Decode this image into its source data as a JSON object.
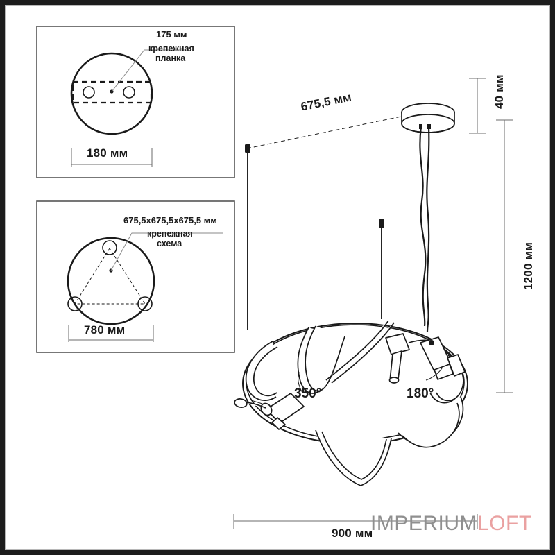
{
  "document": {
    "type": "technical-dimension-drawing",
    "product": "suspended ring chandelier",
    "units": "мм",
    "background_color": "#ffffff",
    "line_color": "#1a1a1a",
    "frame_color": "#1c1c1c"
  },
  "panels": {
    "mounting_plate": {
      "name": "крепежная планка",
      "callout_dimension": "175 мм",
      "callout_label_line1": "крепежная",
      "callout_label_line2": "планка",
      "diameter_label": "180 мм",
      "holes": 2
    },
    "mounting_scheme": {
      "name": "крепежная схема",
      "callout_dimension": "675,5x675,5x675,5 мм",
      "callout_label_line1": "крепежная",
      "callout_label_line2": "схема",
      "diameter_label": "780 мм",
      "holes": 3
    }
  },
  "main_view": {
    "diagonal_label": "675,5 мм",
    "canopy_height_label": "40 мм",
    "suspension_length_label": "1200 мм",
    "overall_width_label": "900 мм",
    "angle_left_label": "350°",
    "angle_right_label": "180°"
  },
  "watermark": {
    "part1": "IMPERIUM",
    "part2": "LOFT",
    "color1": "#8f8f8f",
    "color2": "#eaa1a1"
  }
}
